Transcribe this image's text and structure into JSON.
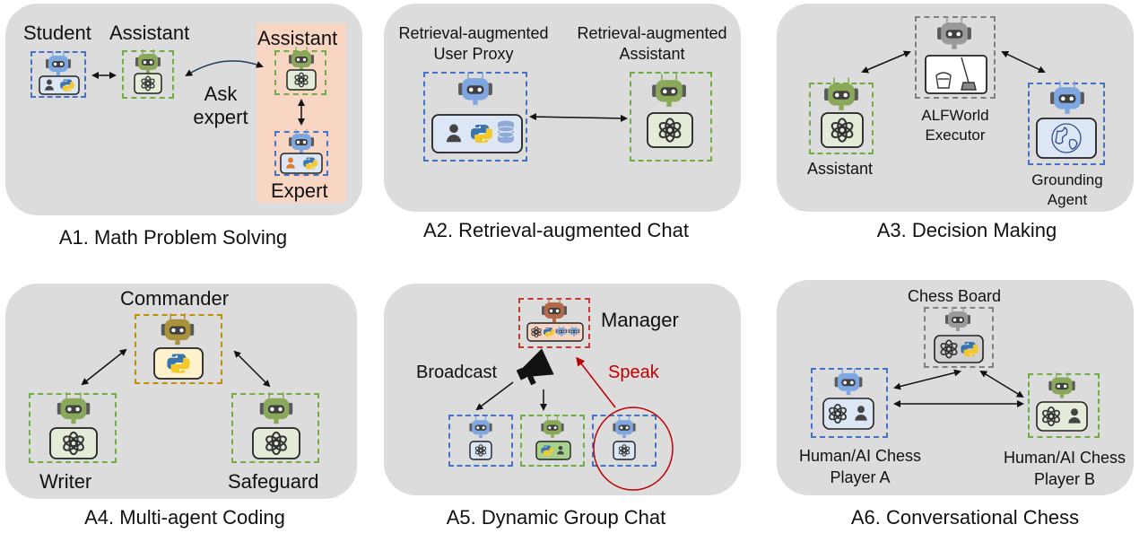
{
  "colors": {
    "panel": "#dcdcdc",
    "blue_dash": "#4472c4",
    "green_dash": "#70ad47",
    "gold_dash": "#c09000",
    "red_dash": "#c0392b",
    "gray_dash": "#808080",
    "expert_bg": "#f9d5c4",
    "speak_red": "#c00000",
    "blue_robot": "#7ea6e0",
    "green_robot": "#8aa85a",
    "gray_robot": "#9a9a9a",
    "gold_robot": "#a8923c",
    "brown_robot": "#b46a4a"
  },
  "panels": {
    "a1": {
      "caption": "A1. Math Problem Solving",
      "student": "Student",
      "assistant": "Assistant",
      "assistant2": "Assistant",
      "ask_expert": "Ask\nexpert",
      "expert": "Expert"
    },
    "a2": {
      "caption": "A2. Retrieval-augmented Chat",
      "user_proxy": "Retrieval-augmented\nUser Proxy",
      "assistant": "Retrieval-augmented\nAssistant"
    },
    "a3": {
      "caption": "A3. Decision Making",
      "assistant": "Assistant",
      "executor": "ALFWorld\nExecutor",
      "grounding": "Grounding\nAgent"
    },
    "a4": {
      "caption": "A4. Multi-agent Coding",
      "commander": "Commander",
      "writer": "Writer",
      "safeguard": "Safeguard"
    },
    "a5": {
      "caption": "A5. Dynamic Group Chat",
      "manager": "Manager",
      "broadcast": "Broadcast",
      "speak": "Speak"
    },
    "a6": {
      "caption": "A6. Conversational Chess",
      "board": "Chess Board",
      "player_a": "Human/AI Chess\nPlayer A",
      "player_b": "Human/AI Chess\nPlayer B"
    }
  },
  "icons": [
    "robot-icon",
    "openai-logo-icon",
    "python-logo-icon",
    "person-icon",
    "database-icon",
    "globe-icon",
    "cleaning-scene-icon",
    "megaphone-icon"
  ]
}
